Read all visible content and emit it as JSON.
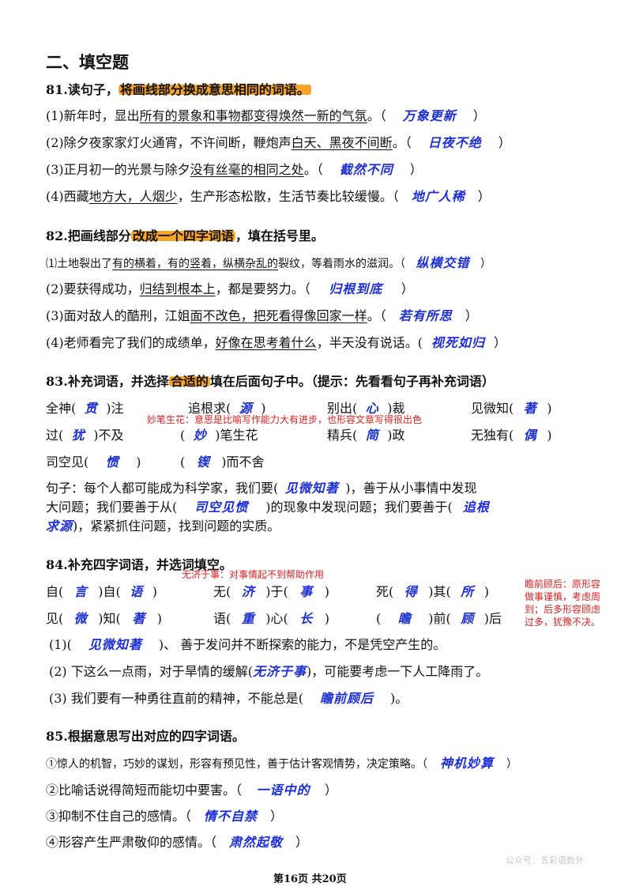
{
  "section_title": "二、填空题",
  "q81": {
    "title_pre": "81.读句子，",
    "title_hl": "将画线部分换成意思相同的词语。",
    "items": [
      {
        "pre": "(1)新年时，显出",
        "u": "所有的景象和事物都变得焕然一新的气氛",
        "post": "。（",
        "ans": "万象更新",
        "end": "）"
      },
      {
        "pre": "(2)除夕夜家家灯火通宵，不许间断，鞭炮声",
        "u": "白天、黑夜不间断",
        "post": "。（",
        "ans": "日夜不绝",
        "end": "）"
      },
      {
        "pre": "(3)正月初一的光景与除夕",
        "u": "没有丝毫的相同之处",
        "post": "。（",
        "ans": "截然不同",
        "end": "）"
      },
      {
        "pre": "(4)西藏",
        "u": "地方大，人烟少",
        "post": "，生产形态松散，生活节奏比较缓慢。（",
        "ans": "地广人稀",
        "end": "）"
      }
    ]
  },
  "q82": {
    "title_pre": "82.把画线部分",
    "title_hl": "改成一个四字词语",
    "title_post": "，填在括号里。",
    "items": [
      {
        "pre": "⑴土地裂出了",
        "u": "有的横着，有的竖着，纵横杂乱的",
        "post": "裂纹，等着雨水的滋润。（",
        "ans": "纵横交错",
        "end": "）"
      },
      {
        "pre": "(2)要获得成功，",
        "u": "归结到根本上",
        "post": "，都是要努力。（",
        "ans": "归根到底",
        "end": "）"
      },
      {
        "pre": "(3)面对敌人的酷刑，江姐",
        "u": "面不改色，把死看得像回家一样",
        "post": "。（",
        "ans": "若有所思",
        "end": "）"
      },
      {
        "pre": "(4)老师看完了我们的成绩单，",
        "u": "好像在思考着什么",
        "post": "，半天没有说话。(",
        "ans": "视死如归",
        "end": "）"
      }
    ]
  },
  "q83": {
    "title_pre": "83.补充词语，并选择",
    "title_hl": "合适的",
    "title_post": "填在后面句子中。（提示：先看看句子再补充词语）",
    "words": {
      "w1_pre": "全神(",
      "w1_ans": "贯",
      "w1_post": ")注",
      "w2_pre": "追根求(",
      "w2_ans": "源",
      "w2_post": ")",
      "w3_pre": "别出(",
      "w3_ans": "心",
      "w3_post": ")裁",
      "w4_pre": "见微知(",
      "w4_ans": "著",
      "w4_post": ")",
      "w5_pre": "过(",
      "w5_ans": "犹",
      "w5_post": ")不及",
      "w6_pre": "(",
      "w6_ans": "妙",
      "w6_post": ")笔生花",
      "w7_pre": "精兵(",
      "w7_ans": "简",
      "w7_post": ")政",
      "w8_pre": "无独有(",
      "w8_ans": "偶",
      "w8_post": ")",
      "w9_pre": "司空见(",
      "w9_ans": "惯",
      "w9_post": ")",
      "w10_pre": "(",
      "w10_ans": "锲",
      "w10_post": ")而不舍"
    },
    "note": "妙笔生花：意思是比喻写作能力大有进步，也形容文章写得很出色",
    "sentence": {
      "s1": "句子：每个人都可能成为科学家，我们要(",
      "a1": "见微知著",
      "s2": ")，善于从小事情中发现",
      "s3": "大问题；我们要善于从(",
      "a2": "司空见惯",
      "s4": ")的现象中发现问题；我们要善于(",
      "a3a": "追根",
      "a3b": "求源",
      "s5": ")，紧紧抓住问题，找到问题的实质。"
    }
  },
  "q84": {
    "title": "84.补充四字词语，并选词填空。",
    "note1": "无济于事：对事情起不到帮助作用",
    "note2_lines": [
      "瞻前顾后：原形容",
      "做事谨慎，考虑周",
      "到；后多形容顾虑",
      "过多，犹豫不决。"
    ],
    "row1": {
      "a_pre": "自(",
      "a_ans": "言",
      "a_mid": ")自(",
      "a_ans2": "语",
      "a_post": ")",
      "b_pre": "无(",
      "b_ans": "济",
      "b_mid": ")于(",
      "b_ans2": "事",
      "b_post": ")",
      "c_pre": "死(",
      "c_ans": "得",
      "c_mid": ")其(",
      "c_ans2": "所",
      "c_post": ")"
    },
    "row2": {
      "a_pre": "见(",
      "a_ans": "微",
      "a_mid": ")知(",
      "a_ans2": "著",
      "a_post": ")",
      "b_pre": "语(",
      "b_ans": "重",
      "b_mid": ")心(",
      "b_ans2": "长",
      "b_post": ")",
      "c_pre": "(",
      "c_ans": "瞻",
      "c_mid": ")前(",
      "c_ans2": "顾",
      "c_post": ")后"
    },
    "items": [
      {
        "pre": "(1)(",
        "ans": "见微知著",
        "post": ")、 善于发问并不断探索的能力，不是凭空产生的。"
      },
      {
        "pre": "(2) 下这么一点雨，对于旱情的缓解(",
        "ans": "无济于事",
        "post": ")，可能要考虑一下人工降雨了。"
      },
      {
        "pre": "(3) 我们要有一种勇往直前的精神，不能总是(",
        "ans": "瞻前顾后",
        "post": ")。"
      }
    ]
  },
  "q85": {
    "title": "85.根据意思写出对应的四字词语。",
    "items": [
      {
        "pre": "①惊人的机智，巧妙的谋划，形容有预见性，善于估计客观情势，决定策略。（",
        "ans": "神机妙算",
        "end": "）"
      },
      {
        "pre": "②比喻话说得简短而能切中要害。（",
        "ans": "一语中的",
        "end": "）"
      },
      {
        "pre": "③抑制不住自己的感情。（",
        "ans": "情不自禁",
        "end": "）"
      },
      {
        "pre": "④形容产生严肃敬仰的感情。（",
        "ans": "肃然起敬",
        "end": "）"
      }
    ]
  },
  "watermark": "公众号：五彩语数外",
  "footer": "第16页 共20页"
}
